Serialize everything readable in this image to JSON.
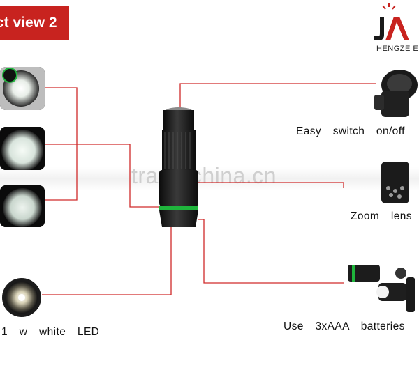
{
  "banner": {
    "title": "ct view 2"
  },
  "logo": {
    "mark": "JA",
    "company": "HENGZE E"
  },
  "watermark": "trade.china.cn",
  "labels": {
    "switch": "Easy switch on/off",
    "zoom": "Zoom lens",
    "batteries": "Use 3xAAA batteries",
    "led": "1 w white LED"
  },
  "colors": {
    "accent_red": "#c8231f",
    "line_red": "#d02a2a",
    "ring_green": "#1fb53c"
  }
}
